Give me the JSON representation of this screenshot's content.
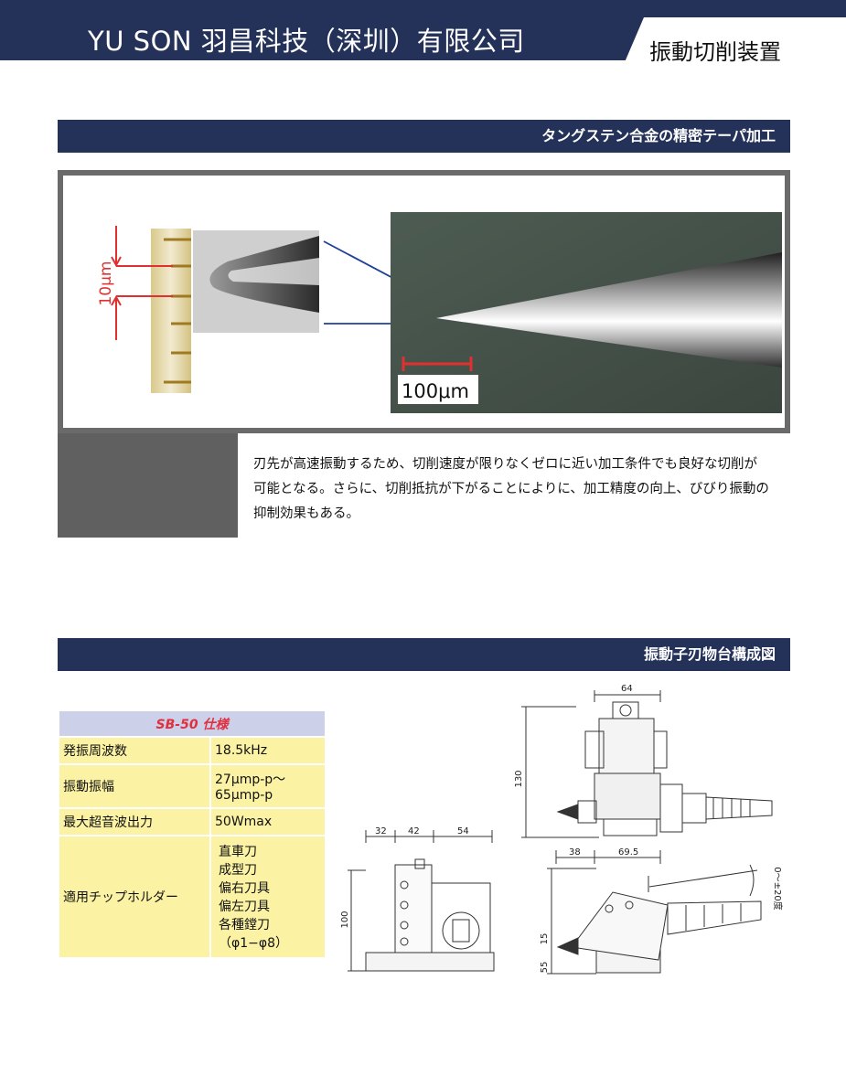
{
  "header": {
    "company": "YU SON  羽昌科技（深圳）有限公司",
    "section_tab": "振動切削装置"
  },
  "section1": {
    "title": "タングステン合金の精密テーパ加工",
    "scale_small": "10μm",
    "scale_large": "100μm",
    "description_lines": [
      "刃先が高速振動するため、切削速度が限りなくゼロに近い加工条件でも良好な切削が",
      "可能となる。さらに、切削抵抗が下がることによりに、加工精度の向上、びびり振動の",
      "抑制効果もある。"
    ]
  },
  "section2": {
    "title": "振動子刃物台構成図",
    "spec_table": {
      "title": "SB-50  仕様",
      "rows": [
        {
          "label": "発振周波数",
          "value_lines": [
            "18.5kHz"
          ]
        },
        {
          "label": "振動振幅",
          "value_lines": [
            "27μmp-p～",
            "65μmp-p"
          ]
        },
        {
          "label": "最大超音波出力",
          "value_lines": [
            "50Wmax"
          ]
        },
        {
          "label": "適用チップホルダー",
          "value_lines": [
            "直車刀",
            "成型刀",
            "偏右刀具",
            "偏左刀具",
            "各種鏜刀",
            "（φ1−φ8）"
          ]
        }
      ]
    },
    "drawing_dims": {
      "front_width": "64",
      "front_height": "130",
      "left_widths": [
        "32",
        "42",
        "54"
      ],
      "left_height": "100",
      "bottom_widths": [
        "38",
        "69.5"
      ],
      "bottom_heights": [
        "15",
        "55"
      ],
      "angle": "0～±20度"
    }
  },
  "colors": {
    "navy": "#243158",
    "table_yellow": "#fbf2a4",
    "table_header": "#ccd0e8",
    "accent_red": "#e03040"
  }
}
